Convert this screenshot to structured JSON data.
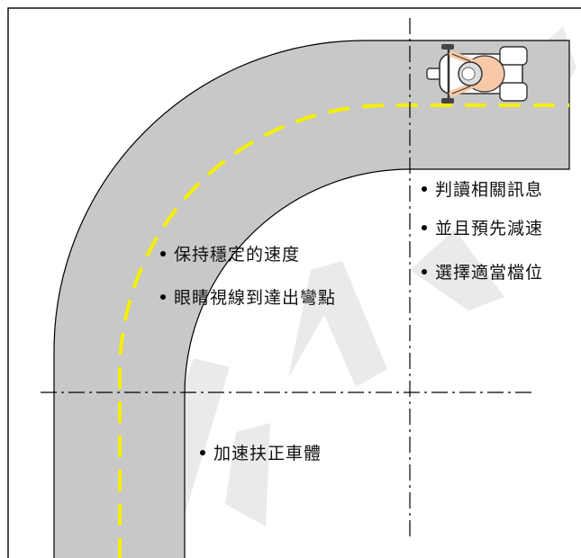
{
  "notes": {
    "approach": [
      "判讀相關訊息",
      "並且預先減速",
      "選擇適當檔位"
    ],
    "in_curve": [
      "保持穩定的速度",
      "眼睛視線到達出彎點"
    ],
    "exit": [
      "加速扶正車體"
    ]
  },
  "colors": {
    "road": "#c8c8c8",
    "center_line": "#f5ef00",
    "reference_line": "#000000",
    "watermark": "#d9d9d9"
  },
  "icons": {
    "rider": "motorcycle-rider-icon"
  }
}
